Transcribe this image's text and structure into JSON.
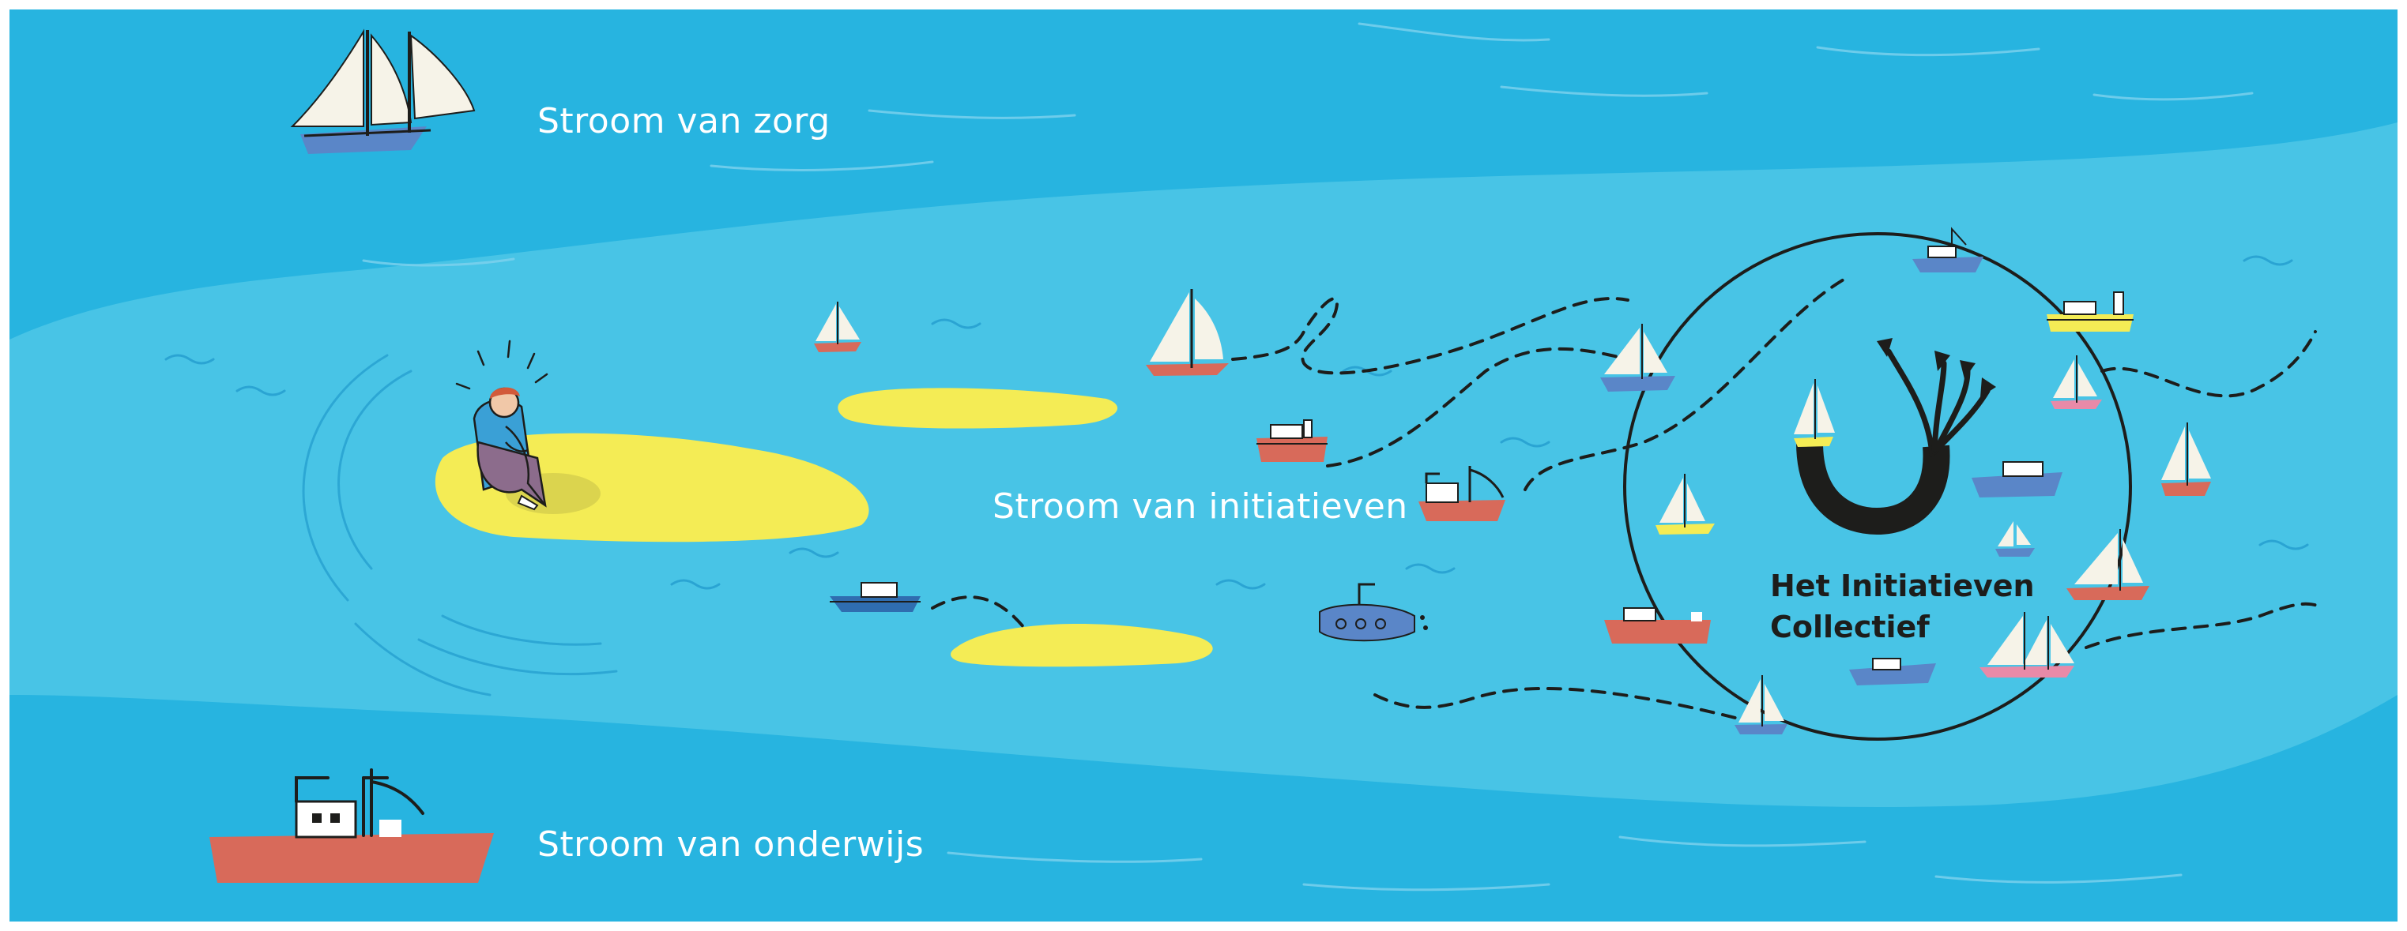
{
  "streams": {
    "care_label": "Stroom van zorg",
    "initiatives_label": "Stroom van initiatieven",
    "education_label": "Stroom van onderwijs"
  },
  "collective": {
    "name_line1": "Het Initiatieven",
    "name_line2": "Collectief"
  },
  "colors": {
    "outer_water": "#27b4e0",
    "inner_river": "#48c4e6",
    "island": "#f4ec55",
    "sail": "#f6f3e8",
    "hull_red": "#d86a5a",
    "hull_blue": "#5a86c8",
    "hull_yellow": "#f4ec55",
    "ink": "#1d1d1b",
    "white": "#ffffff"
  },
  "icons": [
    "schooner-icon",
    "sailboat-icon",
    "steamboat-icon",
    "motorboat-icon",
    "submarine-icon",
    "fishing-boat-icon",
    "sitting-person-icon",
    "arrows-logo-icon"
  ]
}
